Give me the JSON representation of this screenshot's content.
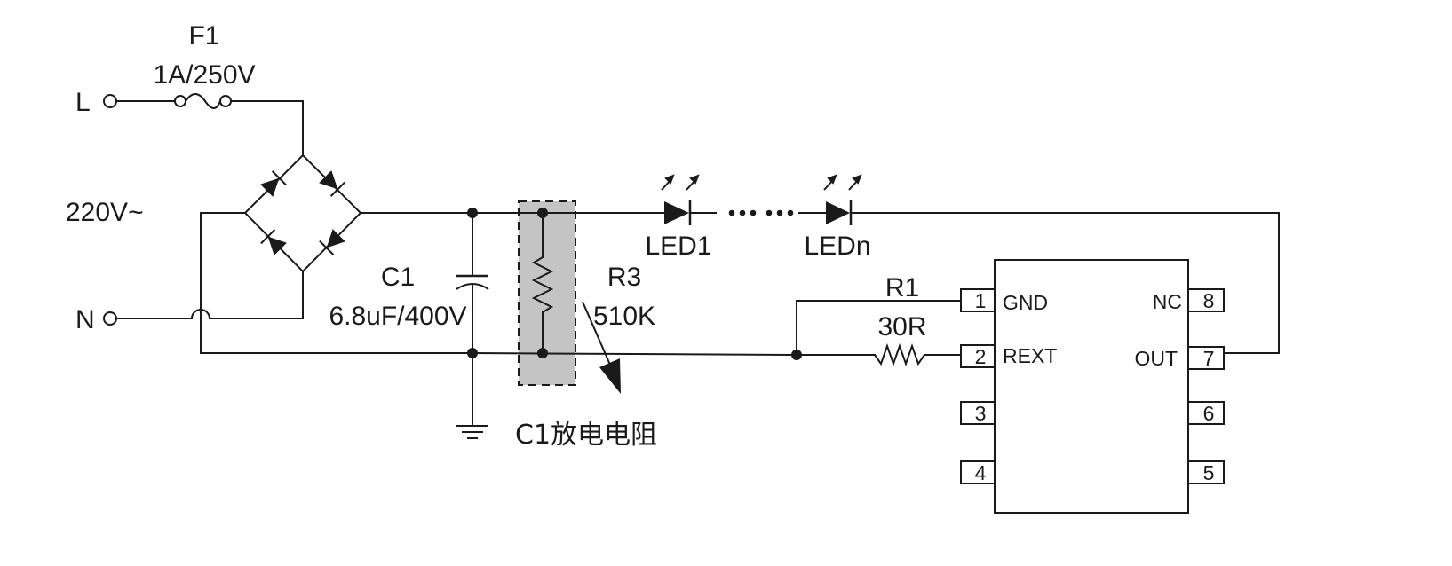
{
  "terminals": {
    "line": "L",
    "neutral": "N",
    "supply": "220V~"
  },
  "fuse": {
    "ref": "F1",
    "rating": "1A/250V"
  },
  "capacitor": {
    "ref": "C1",
    "value": "6.8uF/400V"
  },
  "bleeder_resistor": {
    "ref": "R3",
    "value": "510K",
    "note": "C1放电电阻"
  },
  "leds": {
    "first": "LED1",
    "last": "LEDn"
  },
  "sense_resistor": {
    "ref": "R1",
    "value": "30R"
  },
  "ic": {
    "pins": [
      {
        "num": "1",
        "name": "GND"
      },
      {
        "num": "2",
        "name": "REXT"
      },
      {
        "num": "3",
        "name": ""
      },
      {
        "num": "4",
        "name": ""
      },
      {
        "num": "5",
        "name": ""
      },
      {
        "num": "6",
        "name": ""
      },
      {
        "num": "7",
        "name": "OUT"
      },
      {
        "num": "8",
        "name": "NC"
      }
    ]
  },
  "colors": {
    "wire": "#1a1a1a",
    "highlight": "#c4c4c4"
  }
}
